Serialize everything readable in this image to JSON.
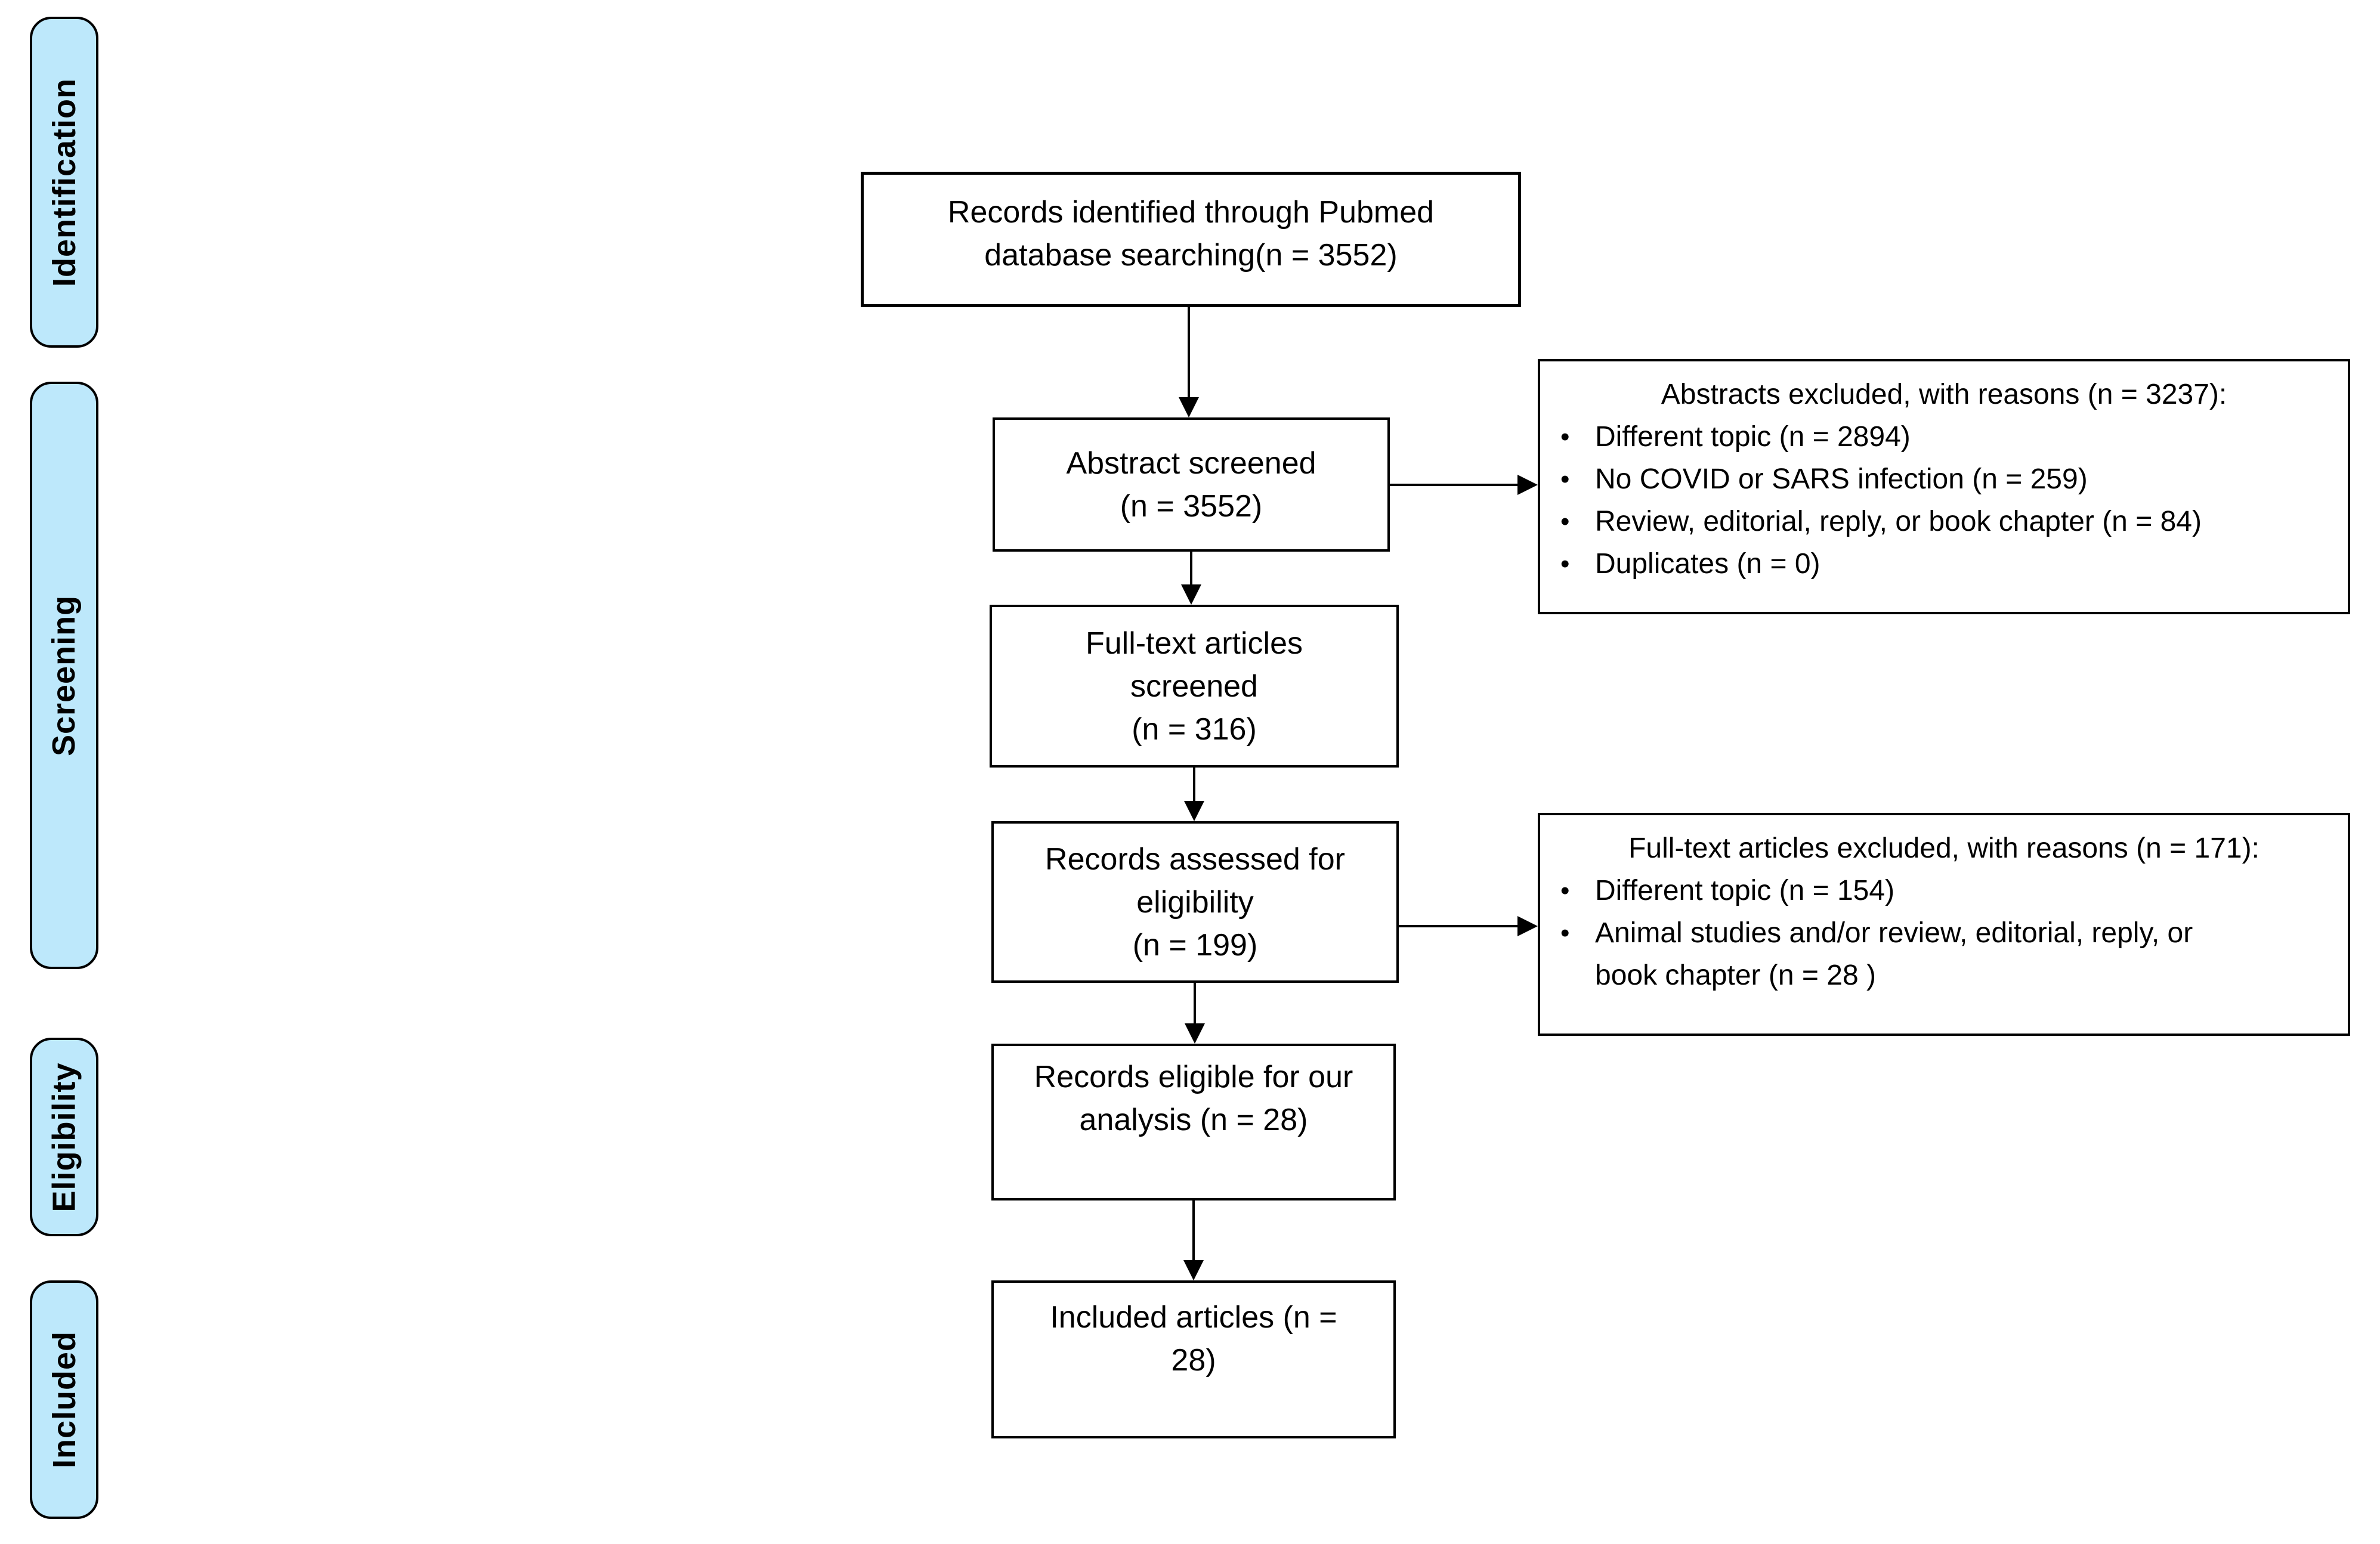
{
  "colors": {
    "background": "#FFFFFF",
    "stage_fill": "#BDE8FB",
    "stage_border": "#000000",
    "box_fill": "#FFFFFF",
    "box_border": "#000000",
    "arrow": "#000000",
    "text": "#000000"
  },
  "stages": {
    "identification": "Identification",
    "screening": "Screening",
    "eligibility": "Eligibility",
    "included": "Included"
  },
  "flow": {
    "records_identified": "Records identified through Pubmed\ndatabase searching(n = 3552)",
    "abstract_screened": "Abstract screened\n(n = 3552)",
    "fulltext_screened": "Full-text articles\nscreened\n(n = 316)",
    "records_assessed": "Records assessed for\neligibility\n(n = 199)",
    "records_eligible": "Records eligible for our\nanalysis (n = 28)",
    "included_articles": "Included articles (n =\n28)"
  },
  "excluded": {
    "abstracts": {
      "heading": "Abstracts excluded, with reasons (n = 3237):",
      "bullet": "•",
      "items": [
        "Different topic (n = 2894)",
        "No COVID or SARS infection (n = 259)",
        "Review, editorial, reply, or book chapter (n = 84)",
        "Duplicates (n = 0)"
      ]
    },
    "fulltext": {
      "heading": "Full-text articles excluded, with reasons (n = 171):",
      "bullet": "•",
      "items": [
        "Different topic (n = 154)",
        "Animal studies and/or review, editorial, reply, or\nbook chapter (n = 28 )"
      ]
    }
  }
}
